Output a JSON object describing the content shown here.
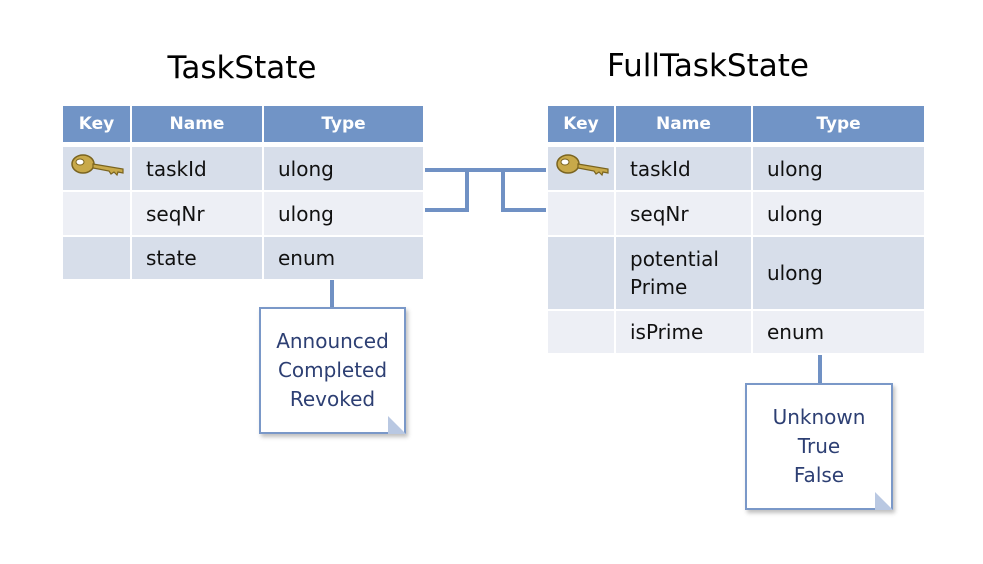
{
  "tables": [
    {
      "title": "TaskState",
      "headers": [
        "Key",
        "Name",
        "Type"
      ],
      "rows": [
        {
          "key": true,
          "name": "taskId",
          "type": "ulong"
        },
        {
          "key": false,
          "name": "seqNr",
          "type": "ulong"
        },
        {
          "key": false,
          "name": "state",
          "type": "enum"
        }
      ],
      "note": [
        "Announced",
        "Completed",
        "Revoked"
      ]
    },
    {
      "title": "FullTaskState",
      "headers": [
        "Key",
        "Name",
        "Type"
      ],
      "rows": [
        {
          "key": true,
          "name": "taskId",
          "type": "ulong"
        },
        {
          "key": false,
          "name": "seqNr",
          "type": "ulong"
        },
        {
          "key": false,
          "name": "potential Prime",
          "type": "ulong"
        },
        {
          "key": false,
          "name": "isPrime",
          "type": "enum"
        }
      ],
      "note": [
        "Unknown",
        "True",
        "False"
      ]
    }
  ],
  "icons": {
    "primary_key": "key-icon"
  },
  "colors": {
    "header": "#7194c6",
    "row_odd": "#d7deea",
    "row_even": "#edeff5",
    "note_text": "#2d3f73"
  }
}
